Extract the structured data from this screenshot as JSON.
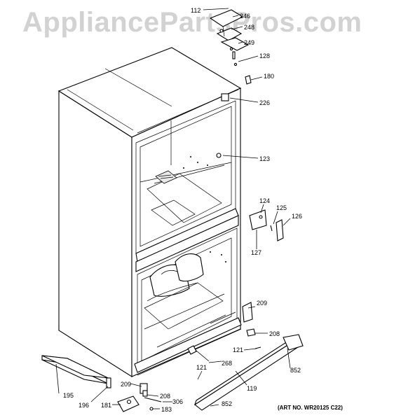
{
  "watermark": "AppliancePartsPros.com",
  "art_number": "(ART NO. WR20125 C22)",
  "part_labels": {
    "p112": "112",
    "p246": "246",
    "p248": "248",
    "p249": "249",
    "p128": "128",
    "p180": "180",
    "p226": "226",
    "p123": "123",
    "p124": "124",
    "p125": "125",
    "p126": "126",
    "p127": "127",
    "p209a": "209",
    "p208a": "208",
    "p121a": "121",
    "p852a": "852",
    "p268": "268",
    "p121b": "121",
    "p119": "119",
    "p852b": "852",
    "p195": "195",
    "p196": "196",
    "p209b": "209",
    "p208b": "208",
    "p306": "306",
    "p181": "181",
    "p183": "183"
  }
}
